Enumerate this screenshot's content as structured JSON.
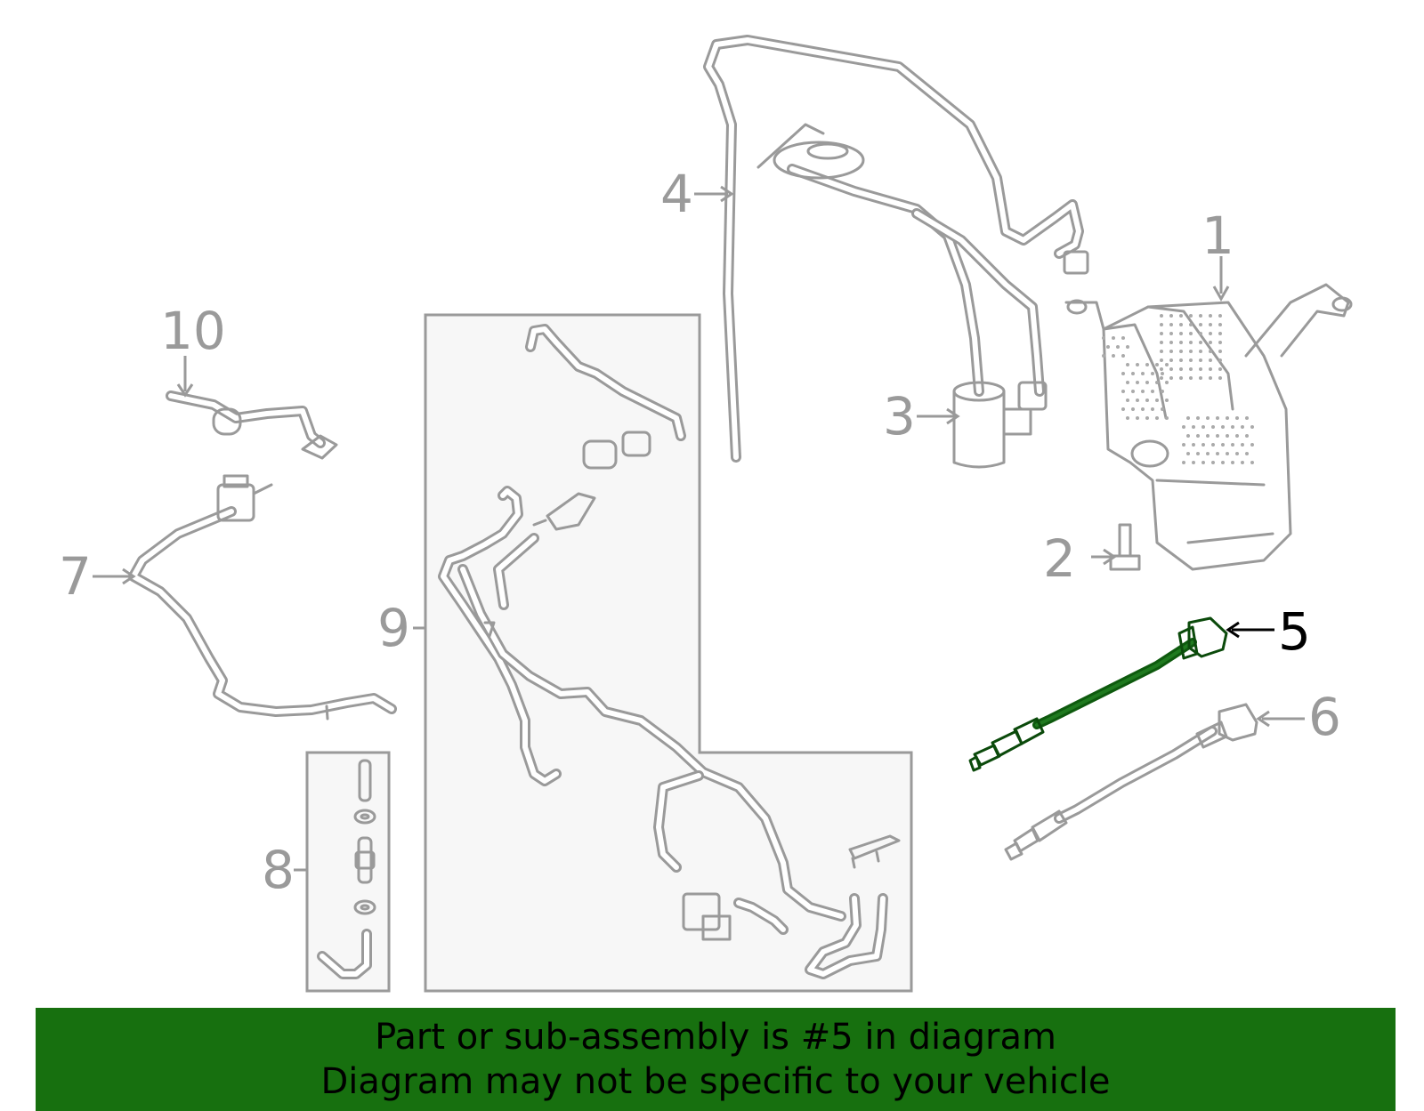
{
  "callouts": [
    {
      "id": "1",
      "label": "1",
      "highlighted": false
    },
    {
      "id": "2",
      "label": "2",
      "highlighted": false
    },
    {
      "id": "3",
      "label": "3",
      "highlighted": false
    },
    {
      "id": "4",
      "label": "4",
      "highlighted": false
    },
    {
      "id": "5",
      "label": "5",
      "highlighted": true
    },
    {
      "id": "6",
      "label": "6",
      "highlighted": false
    },
    {
      "id": "7",
      "label": "7",
      "highlighted": false
    },
    {
      "id": "8",
      "label": "8",
      "highlighted": false
    },
    {
      "id": "9",
      "label": "9",
      "highlighted": false
    },
    {
      "id": "10",
      "label": "10",
      "highlighted": false
    }
  ],
  "banner": {
    "line1": "Part or sub-assembly is #5 in diagram",
    "line2": "Diagram may not be specific to your vehicle"
  },
  "colors": {
    "banner_bg": "#17700f",
    "highlight_part": "#0e5a0e",
    "line_art": "#9a9a9a",
    "inset_fill": "#f7f7f7"
  }
}
